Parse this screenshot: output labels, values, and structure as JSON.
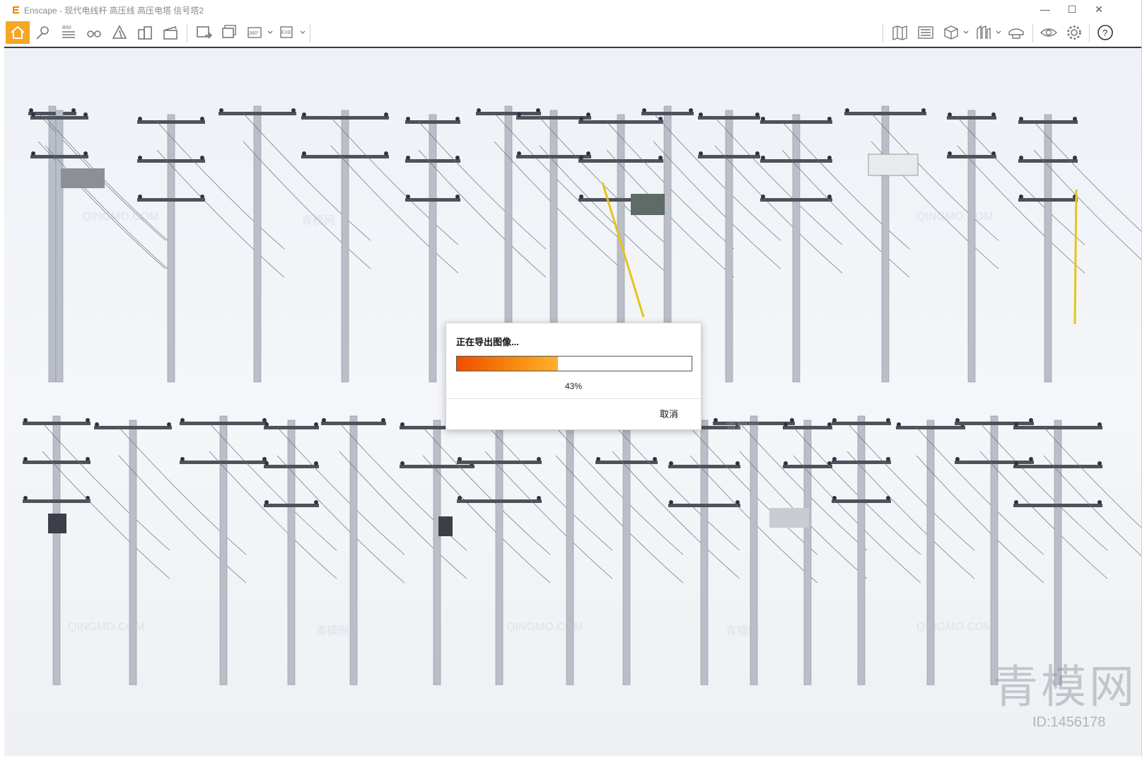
{
  "window": {
    "title": "Enscape - 现代电线杆 高压线 高压电塔 信号塔2",
    "controls": [
      "—",
      "☐",
      "✕"
    ]
  },
  "toolbar": {
    "left_tools": [
      "home-icon",
      "location-pin-icon",
      "bim-icon",
      "binoculars-icon",
      "terrain-icon",
      "buildings-icon",
      "clapperboard-icon",
      "screenshot-export-icon",
      "batch-render-icon",
      "panorama-360-icon",
      "exe-export-icon"
    ],
    "bim_label": "BIM",
    "pano_label": "360°",
    "exe_label": "EXE",
    "right_tools": [
      "map-icon",
      "site-context-icon",
      "cube-view-icon",
      "asset-library-icon",
      "hat-icon",
      "eye-icon",
      "gear-icon",
      "help-icon"
    ]
  },
  "dialog": {
    "title": "正在导出图像...",
    "progress_percent": 43,
    "progress_text": "43%",
    "cancel_label": "取消"
  },
  "watermark": {
    "logo": "青模网",
    "id_text": "ID:1456178",
    "tile": "QINGMO.COM",
    "tile_cn": "青模网"
  },
  "colors": {
    "accent": "#f5a623",
    "progress_start": "#f04e00",
    "progress_end": "#ffb030"
  }
}
